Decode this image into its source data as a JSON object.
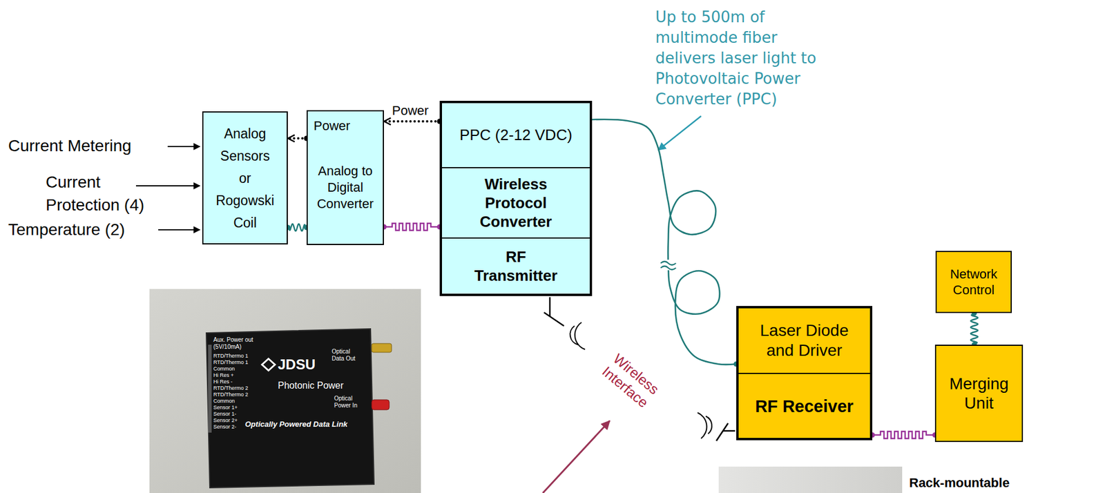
{
  "diagram": {
    "nodes": [
      {
        "text": [
          "Analog Sensors or Rogowski Coil"
        ]
      },
      {
        "text": [
          "Power",
          "Analog to Digital Converter"
        ]
      },
      {
        "text": [
          "PPC (2-12 VDC)"
        ]
      },
      {
        "text": [
          "Wireless Protocol Converter"
        ]
      },
      {
        "text": [
          "RF Transmitter"
        ]
      },
      {
        "text": [
          "Laser Diode and Driver"
        ]
      },
      {
        "text": [
          "RF Receiver"
        ]
      },
      {
        "text": [
          "Network Control"
        ]
      },
      {
        "text": [
          "Merging Unit"
        ]
      }
    ],
    "edges": [
      {
        "from": 2,
        "to": 1,
        "arrow": "to",
        "label": "Power"
      },
      {
        "from": 1,
        "to": 0,
        "arrow": "to"
      },
      {
        "from": 0,
        "to": 1,
        "arrow": "none"
      },
      {
        "from": 1,
        "to": 3,
        "arrow": "none"
      },
      {
        "from": 2,
        "to": 5,
        "arrow": "none"
      },
      {
        "from": 6,
        "to": 8,
        "arrow": "none"
      },
      {
        "from": 7,
        "to": 8,
        "arrow": "none"
      }
    ],
    "labels": [
      "Current Metering",
      "Current Protection (4)",
      "Temperature (2)",
      "Up to 500m of multimode fiber delivers laser light to Photovoltaic Power Converter (PPC)",
      "Wireless Interface",
      "Aux. Power out (5V/10mA)",
      "JDSU",
      "Photonic Power",
      "Optical Data Out",
      "Optical Power In",
      "Optically Powered Data Link",
      "RTD/Thermo 1",
      "RTD/Thermo 1",
      "Common",
      "Hi Res +",
      "Hi Res -",
      "RTD/Thermo 2",
      "RTD/Thermo 2",
      "Common",
      "Sensor 1+",
      "Sensor 1-",
      "Sensor 2+",
      "Sensor 2-",
      "Rack-mountable"
    ]
  }
}
